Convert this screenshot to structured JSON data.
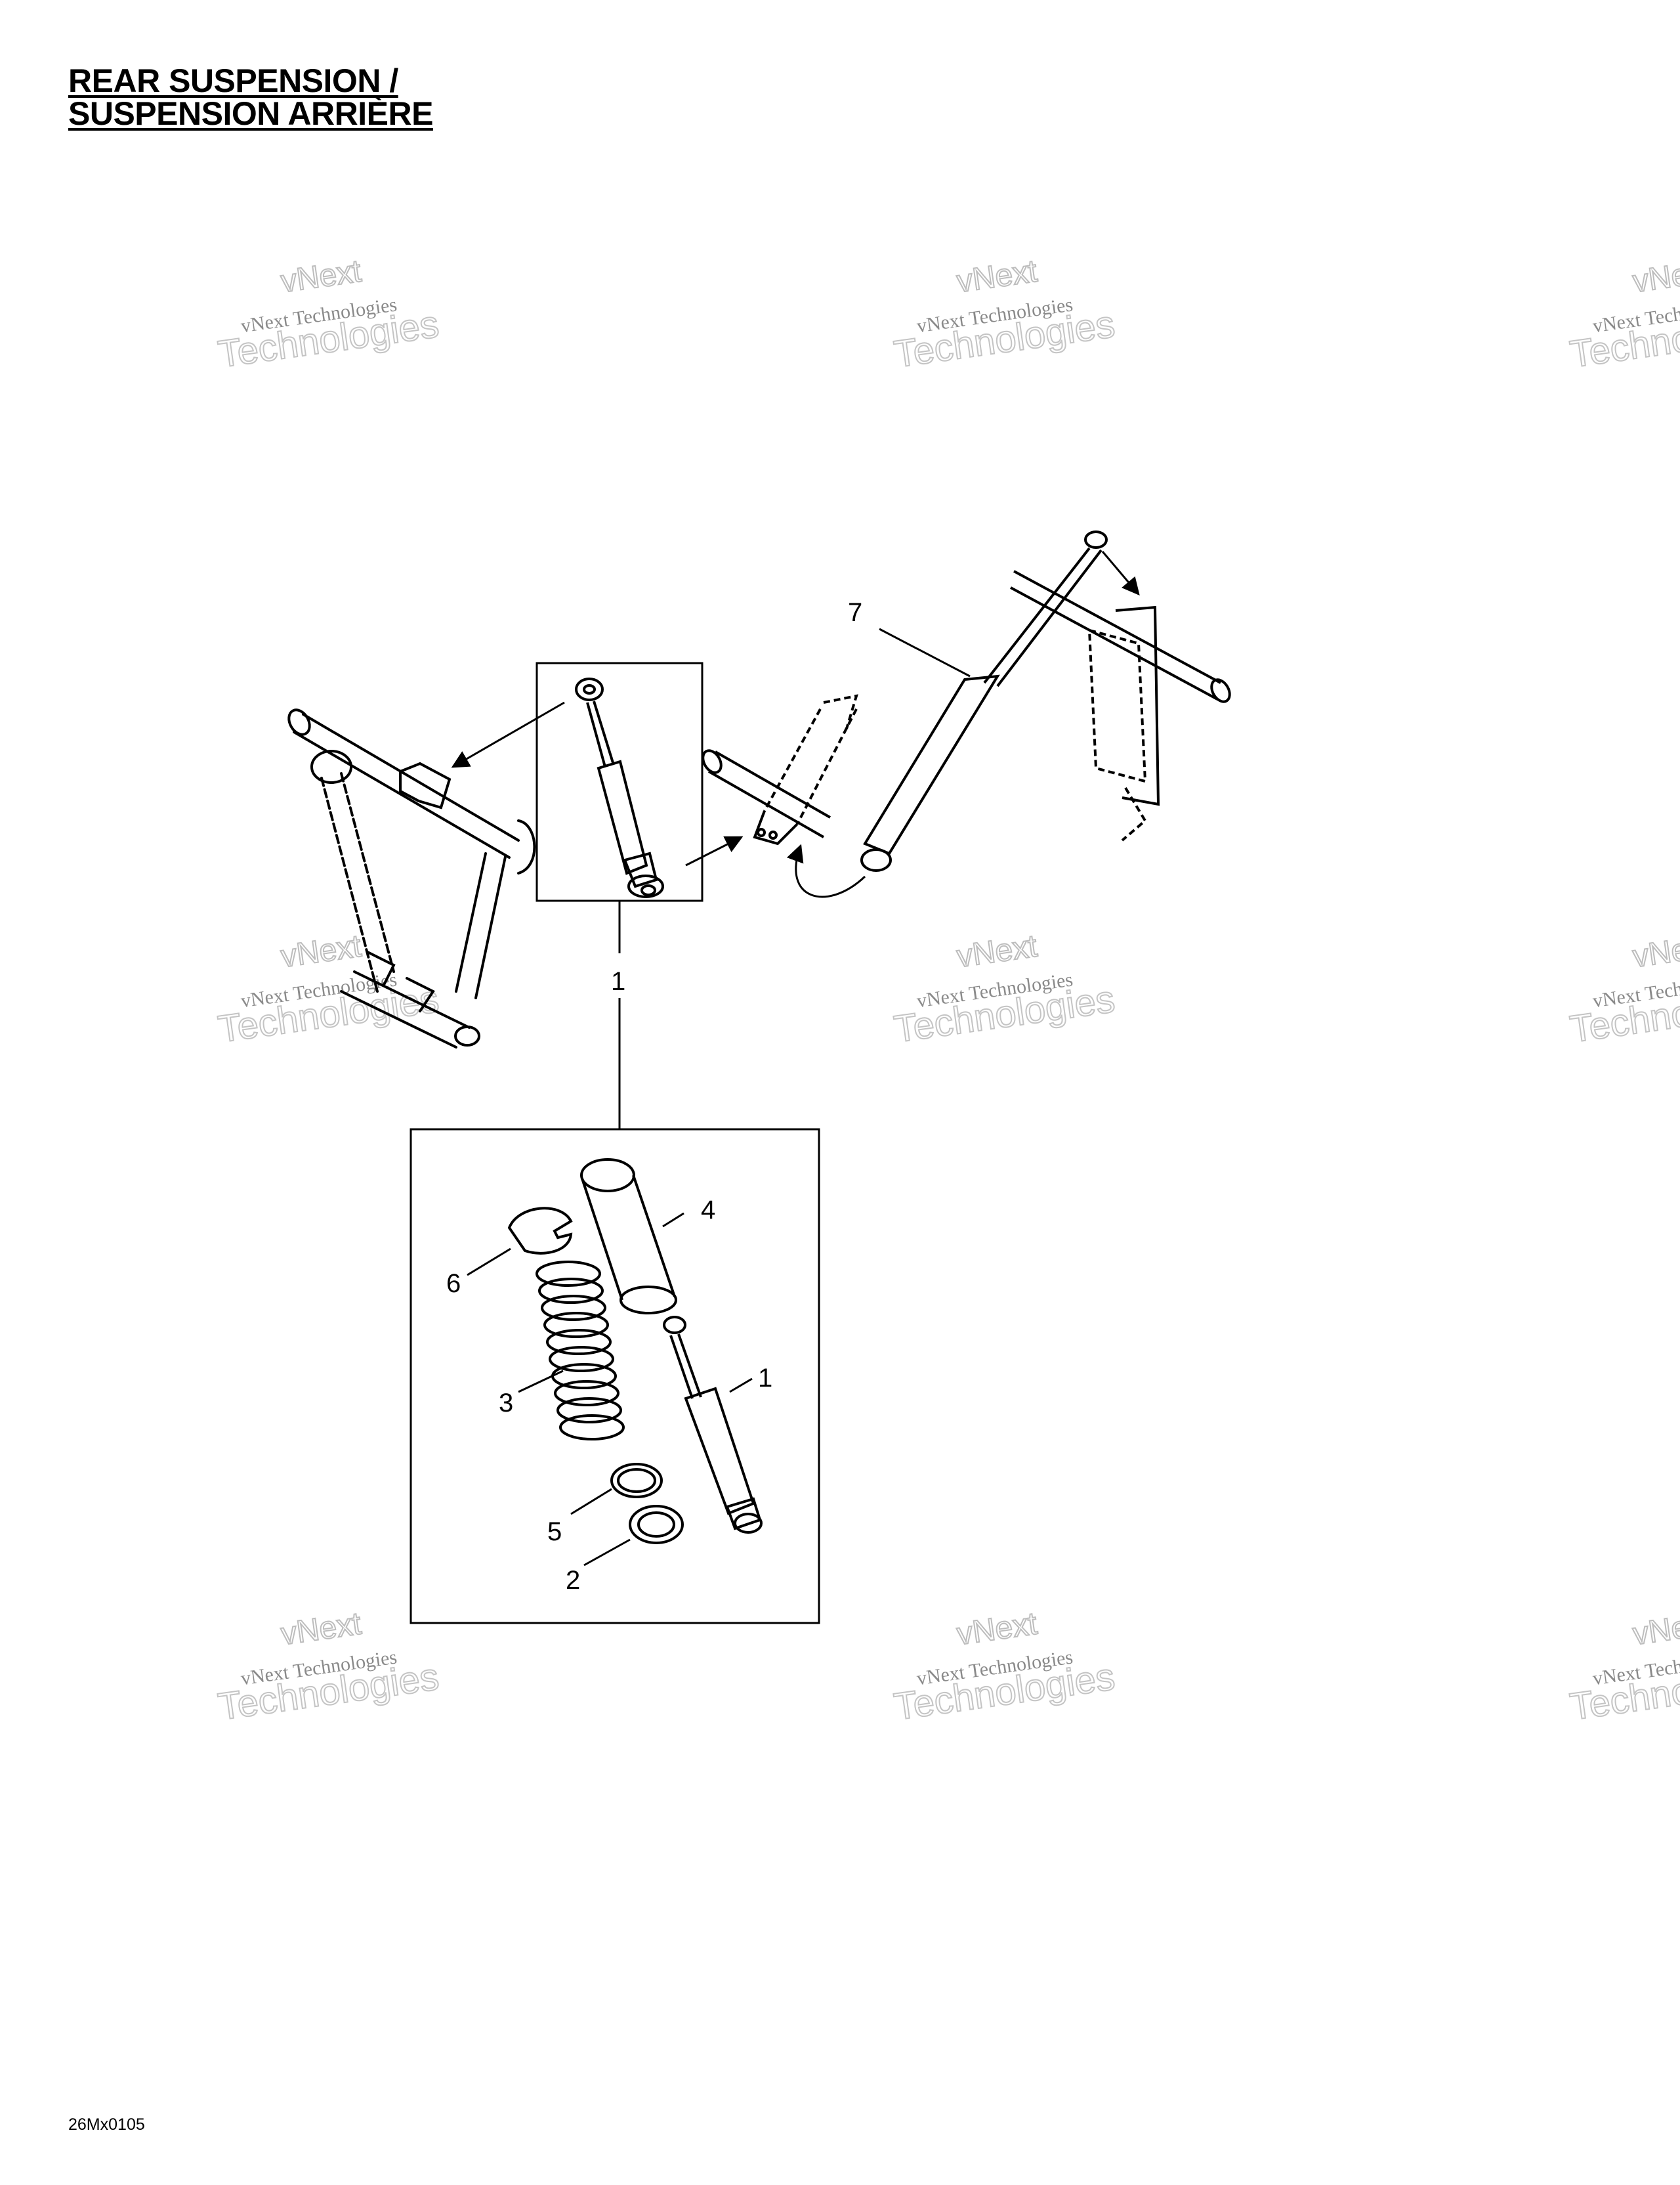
{
  "title": {
    "line1": "REAR SUSPENSION /",
    "line2": "SUSPENSION ARRIÈRE"
  },
  "footer_code": "26Mx0105",
  "watermark": {
    "line1": "vNext",
    "line2": "vNext Technologies",
    "line3": "Technologies"
  },
  "callouts": {
    "c1_main": "1",
    "c1_detail": "1",
    "c2": "2",
    "c3": "3",
    "c4": "4",
    "c5": "5",
    "c6": "6",
    "c7": "7"
  }
}
